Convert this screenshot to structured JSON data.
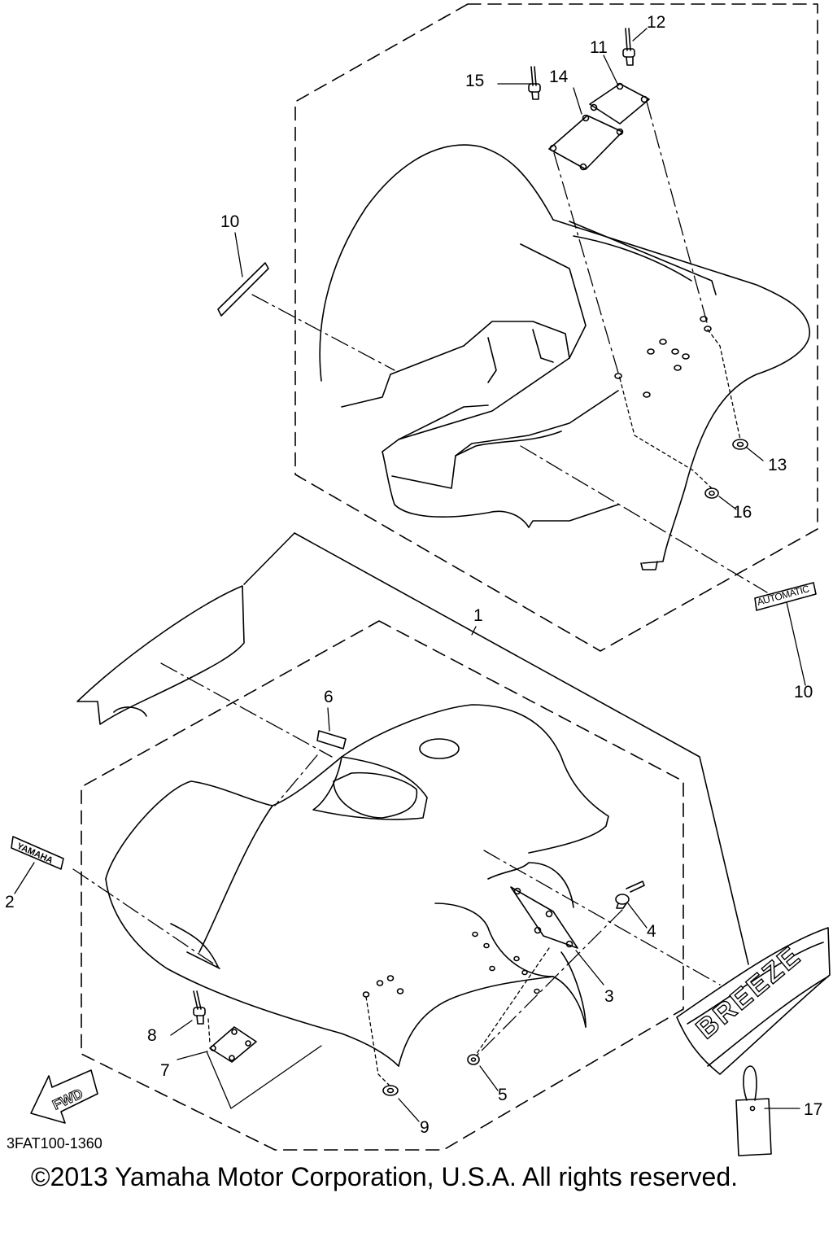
{
  "callouts": {
    "c1": "1",
    "c2": "2",
    "c3": "3",
    "c4": "4",
    "c5": "5",
    "c6": "6",
    "c7": "7",
    "c8": "8",
    "c9": "9",
    "c10a": "10",
    "c10b": "10",
    "c11": "11",
    "c12": "12",
    "c13": "13",
    "c14": "14",
    "c15": "15",
    "c16": "16",
    "c17": "17"
  },
  "decals": {
    "yamaha": "YAMAHA",
    "automatic": "AUTOMATIC",
    "breeze": "BREEZE",
    "fwd": "FWD"
  },
  "diagram_code": "3FAT100-1360",
  "copyright": "©2013 Yamaha Motor Corporation, U.S.A. All rights reserved."
}
